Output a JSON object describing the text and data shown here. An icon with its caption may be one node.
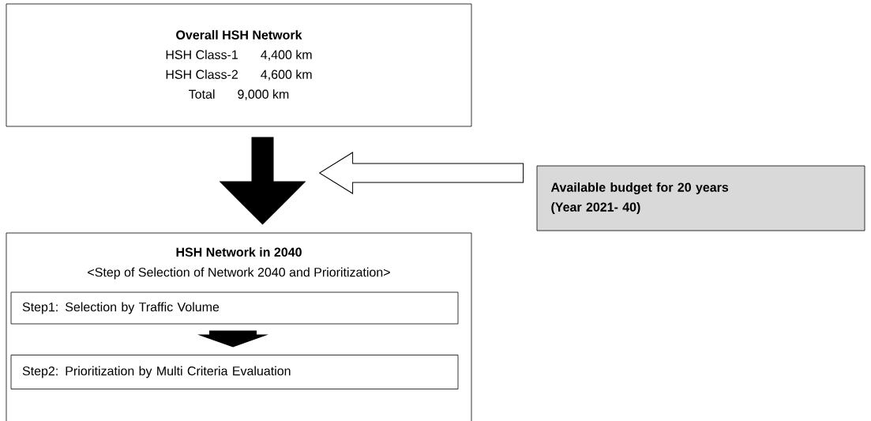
{
  "diagram": {
    "nodes": [
      {
        "text": [
          "Overall HSH Network",
          "HSH Class-1",
          "4,400 km",
          "HSH Class-2",
          "4,600 km",
          "Total",
          "9,000 km"
        ]
      },
      {
        "text": [
          "Available budget for 20 years (Year 2021- 40)"
        ]
      },
      {
        "text": [
          "HSH Network in 2040",
          "<Step of Selection of Network 2040 and Prioritization>"
        ]
      },
      {
        "text": [
          "Step1: Selection by Traffic Volume"
        ],
        "in": 2
      },
      {
        "text": [
          "Step2: Prioritization by Multi Criteria Evaluation"
        ],
        "in": 2
      }
    ],
    "edges": [
      {
        "from": 0,
        "to": 2,
        "arrow": "to",
        "style": "thick"
      },
      {
        "from": 1,
        "to": null,
        "arrow": "to"
      },
      {
        "from": 3,
        "to": 4,
        "arrow": "to",
        "style": "thick"
      }
    ]
  }
}
